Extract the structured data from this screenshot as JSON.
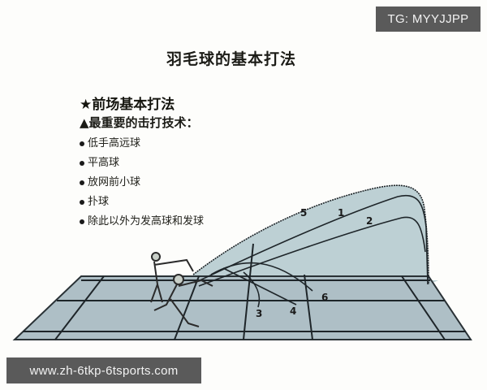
{
  "watermarks": {
    "top_right": "TG: MYYJJPP",
    "bottom_left": "www.zh-6tkp-6tsports.com"
  },
  "diagram": {
    "title": "羽毛球的基本打法",
    "section_heading": "★前场基本打法",
    "subheading": "▲最重要的击打技术：",
    "techniques": [
      "低手高远球",
      "平高球",
      "放网前小球",
      "扑球",
      "除此以外为发高球和发球"
    ],
    "trajectory_labels": [
      "1",
      "2",
      "3",
      "4",
      "5",
      "6"
    ],
    "icons": {
      "section_marker": "star-icon",
      "subheading_marker": "triangle-icon",
      "list_marker": "bullet-dot-icon"
    },
    "colors": {
      "court_fill": "#aebfc6",
      "trajectory_fill": "#b9cdd2",
      "court_lines": "#1e2529",
      "watermark_bg": "#5a5a5a",
      "text": "#1b1b16"
    }
  }
}
